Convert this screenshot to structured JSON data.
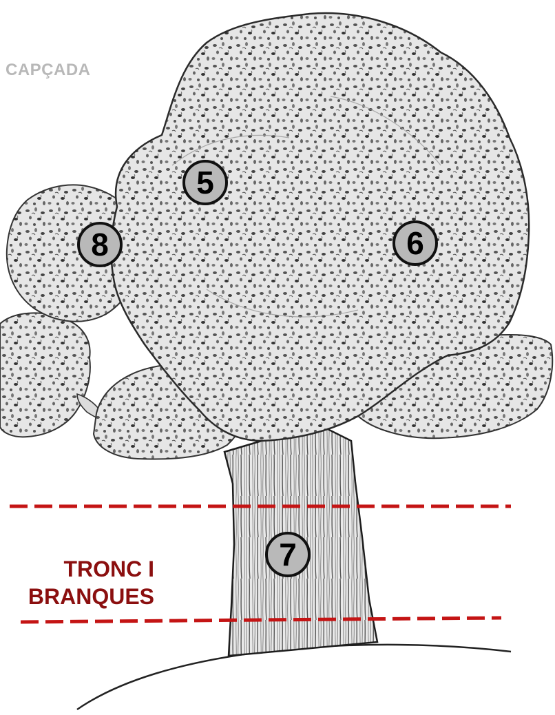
{
  "labels": {
    "crown": "CAPÇADA",
    "trunk_line1": "TRONC I",
    "trunk_line2": "BRANQUES"
  },
  "markers": [
    {
      "id": "5",
      "label": "5"
    },
    {
      "id": "6",
      "label": "6"
    },
    {
      "id": "7",
      "label": "7"
    },
    {
      "id": "8",
      "label": "8"
    }
  ],
  "colors": {
    "crown_label": "#b8b8b8",
    "trunk_label": "#8b0f0f",
    "dashed_lines": "#c41414",
    "marker_fill": "#b9b9b9",
    "marker_border": "#111111",
    "sketch_ink": "#222222"
  },
  "icons": {
    "illustration": "oak-tree-sketch",
    "boundary": "dashed-line"
  }
}
